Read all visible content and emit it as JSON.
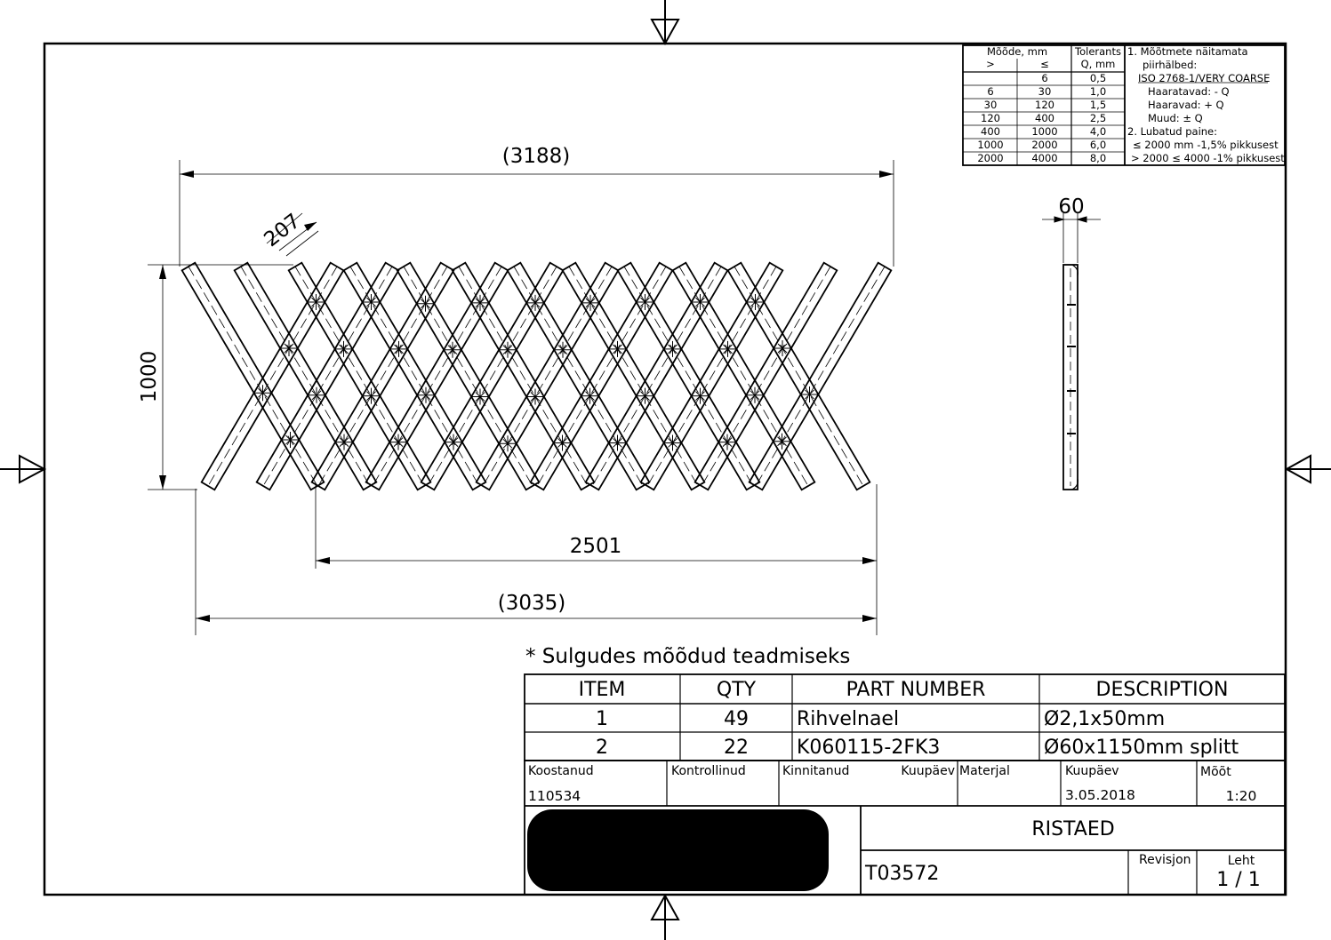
{
  "dimensions": {
    "overall_width": "(3188)",
    "lath_width": "207",
    "height": "1000",
    "inner_width": "2501",
    "bottom_width": "(3035)",
    "side_thickness": "60"
  },
  "note": "* Sulgudes mõõdud teadmiseks",
  "tolerance_table": {
    "header_size": "Mõõde, mm",
    "header_gt": ">",
    "header_le": "≤",
    "header_tol_1": "Tolerants",
    "header_tol_2": "Q, mm",
    "rows": [
      {
        "gt": "",
        "le": "6",
        "q": "0,5"
      },
      {
        "gt": "6",
        "le": "30",
        "q": "1,0"
      },
      {
        "gt": "30",
        "le": "120",
        "q": "1,5"
      },
      {
        "gt": "120",
        "le": "400",
        "q": "2,5"
      },
      {
        "gt": "400",
        "le": "1000",
        "q": "4,0"
      },
      {
        "gt": "1000",
        "le": "2000",
        "q": "6,0"
      },
      {
        "gt": "2000",
        "le": "4000",
        "q": "8,0"
      }
    ],
    "notes": [
      "1. Mõõtmete näitamata",
      "piirhälbed:",
      "ISO 2768-1/VERY COARSE",
      "Haaratavad: - Q",
      "Haaravad:   + Q",
      "Muud:        ± Q",
      "2. Lubatud paine:",
      "≤ 2000 mm -1,5% pikkusest",
      "> 2000 ≤ 4000 -1% pikkusest"
    ]
  },
  "bom": {
    "headers": [
      "ITEM",
      "QTY",
      "PART NUMBER",
      "DESCRIPTION"
    ],
    "rows": [
      {
        "item": "1",
        "qty": "49",
        "part": "Rihvelnael",
        "desc": "Ø2,1x50mm"
      },
      {
        "item": "2",
        "qty": "22",
        "part": "K060115-2FK3",
        "desc": "Ø60x1150mm splitt"
      }
    ]
  },
  "title_block": {
    "koostanud_label": "Koostanud",
    "koostanud_value": "110534",
    "kontrollinud_label": "Kontrollinud",
    "kinnitanud_label": "Kinnitanud",
    "kuupaev_label_1": "Kuupäev",
    "materjal_label": "Materjal",
    "kuupaev_label_2": "Kuupäev",
    "kuupaev_value": "3.05.2018",
    "moot_label": "Mõõt",
    "moot_value": "1:20",
    "title": "RISTAED",
    "drawing_number": "T03572",
    "revisjon_label": "Revisjon",
    "leht_label": "Leht",
    "leht_value": "1 / 1"
  },
  "colors": {
    "line": "#000000",
    "background": "#ffffff",
    "redaction": "#000000"
  }
}
